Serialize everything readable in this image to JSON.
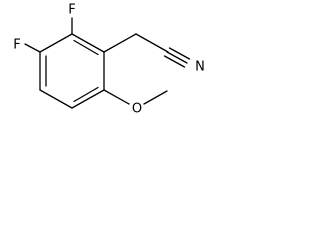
{
  "molecule": {
    "atoms": {
      "f_top": "F",
      "f_left": "F",
      "nitrogen": "N",
      "oxygen": "O"
    }
  }
}
